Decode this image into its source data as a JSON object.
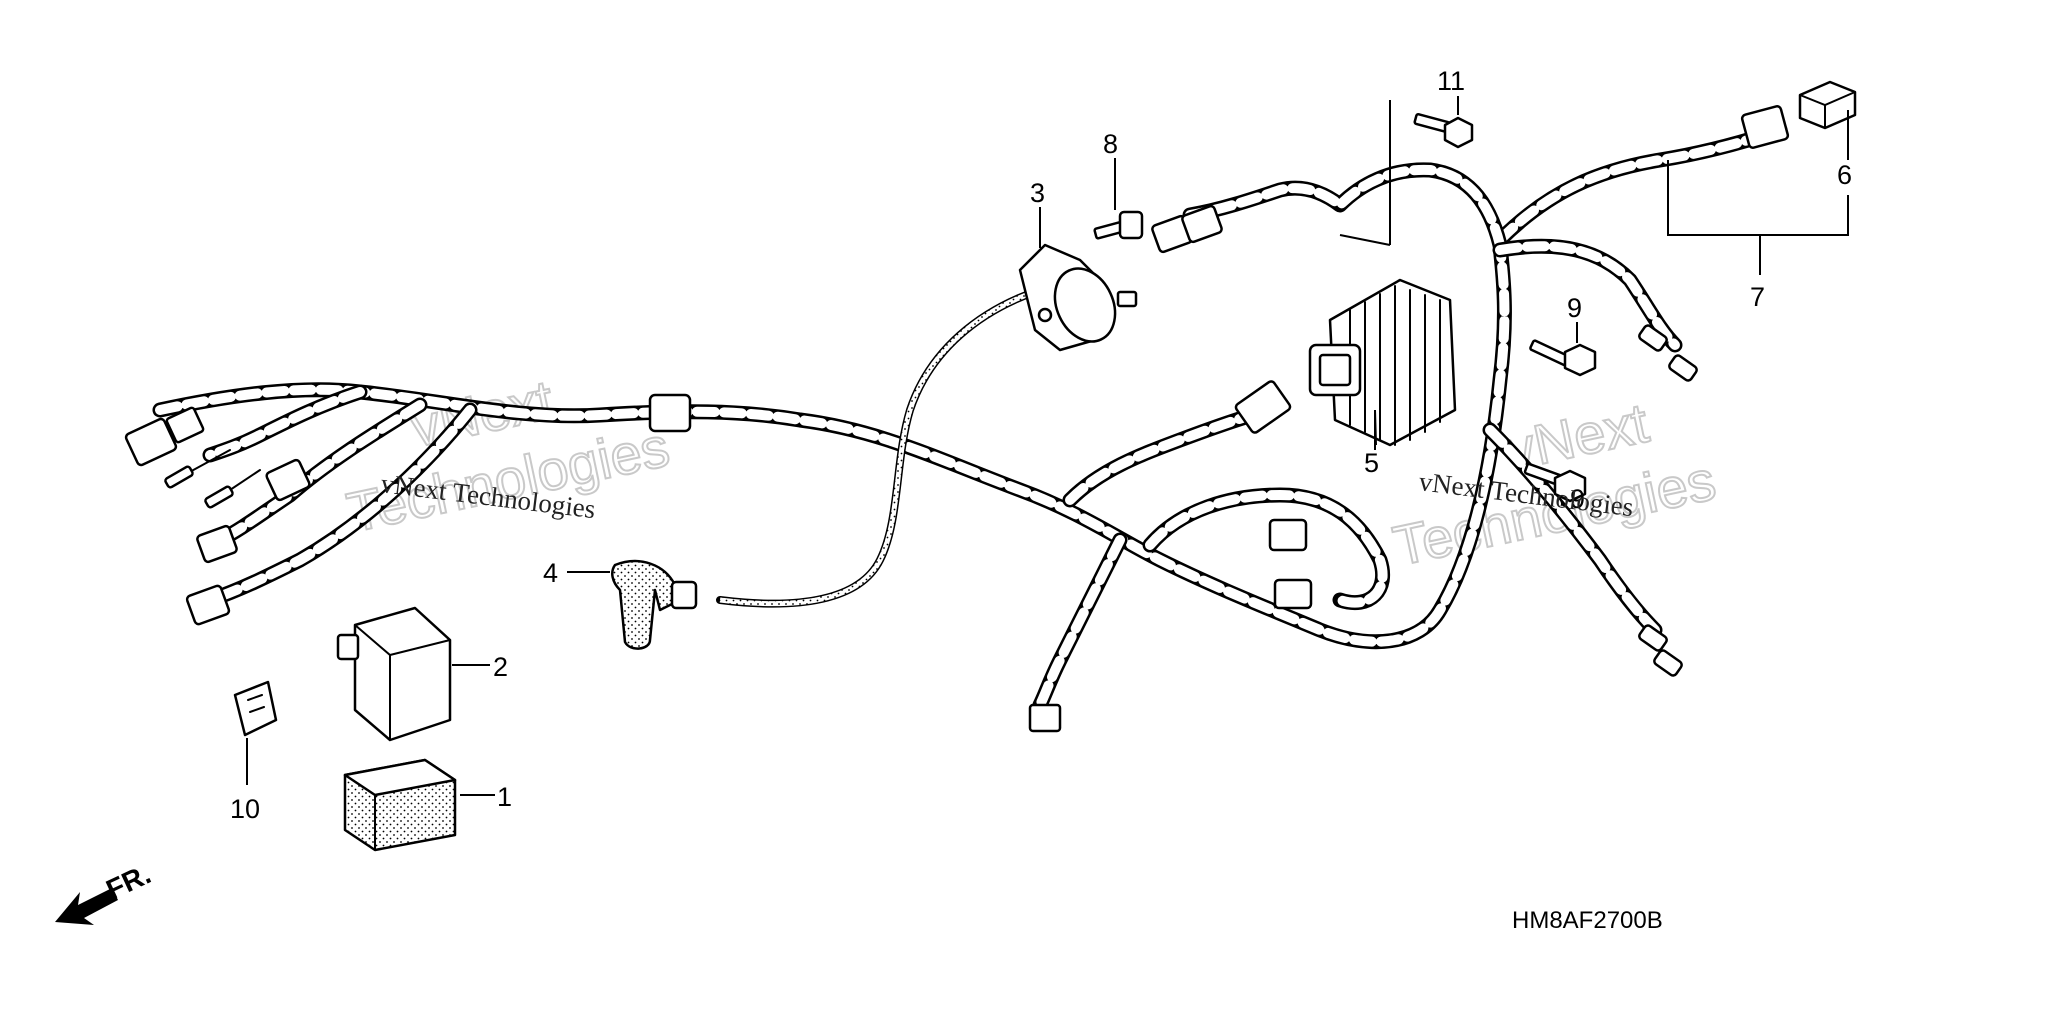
{
  "callouts": [
    {
      "id": "1",
      "text": "1"
    },
    {
      "id": "2",
      "text": "2"
    },
    {
      "id": "3",
      "text": "3"
    },
    {
      "id": "4",
      "text": "4"
    },
    {
      "id": "5",
      "text": "5"
    },
    {
      "id": "6",
      "text": "6"
    },
    {
      "id": "7",
      "text": "7"
    },
    {
      "id": "8",
      "text": "8"
    },
    {
      "id": "9a",
      "text": "9"
    },
    {
      "id": "9b",
      "text": "9"
    },
    {
      "id": "10",
      "text": "10"
    },
    {
      "id": "11",
      "text": "11"
    }
  ],
  "front_indicator": "FR.",
  "diagram_code": "HM8AF2700B",
  "watermarks": {
    "left_line1": "vNext",
    "left_line2": "Technologies",
    "left_small": "vNext Technologies",
    "right_line1": "vNext",
    "right_line2": "Technologies",
    "right_small": "vNext Technologies"
  }
}
